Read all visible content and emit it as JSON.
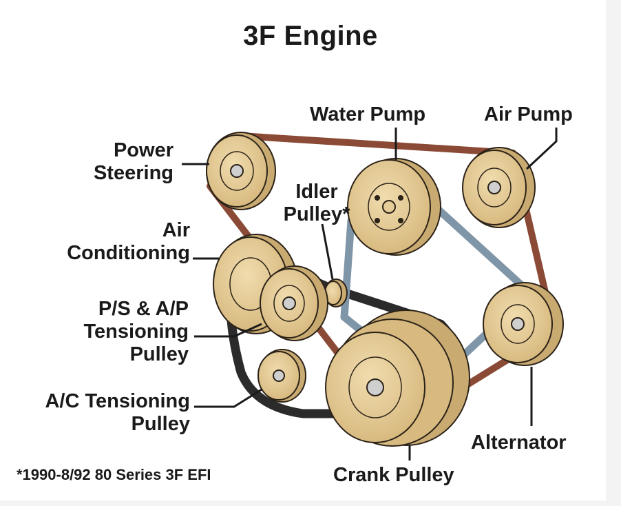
{
  "title": "3F Engine",
  "labels": {
    "water_pump": "Water Pump",
    "air_pump": "Air Pump",
    "power_steering": [
      "Power",
      "Steering"
    ],
    "idler_pulley": [
      "Idler",
      "Pulley*"
    ],
    "air_conditioning": [
      "Air",
      "Conditioning"
    ],
    "ps_ap_tensioning": [
      "P/S & A/P",
      "Tensioning",
      "Pulley"
    ],
    "ac_tensioning": [
      "A/C Tensioning",
      "Pulley"
    ],
    "alternator": "Alternator",
    "crank_pulley": "Crank Pulley"
  },
  "footnote": "*1990-8/92 80 Series 3F EFI",
  "colors": {
    "pulley": "#e6cc98",
    "pulley_shade": "#c9ab72",
    "outline": "#2b2218",
    "belt_brown": "#8b4a36",
    "belt_blue": "#7f95a8",
    "belt_black": "#2b2b2b"
  }
}
